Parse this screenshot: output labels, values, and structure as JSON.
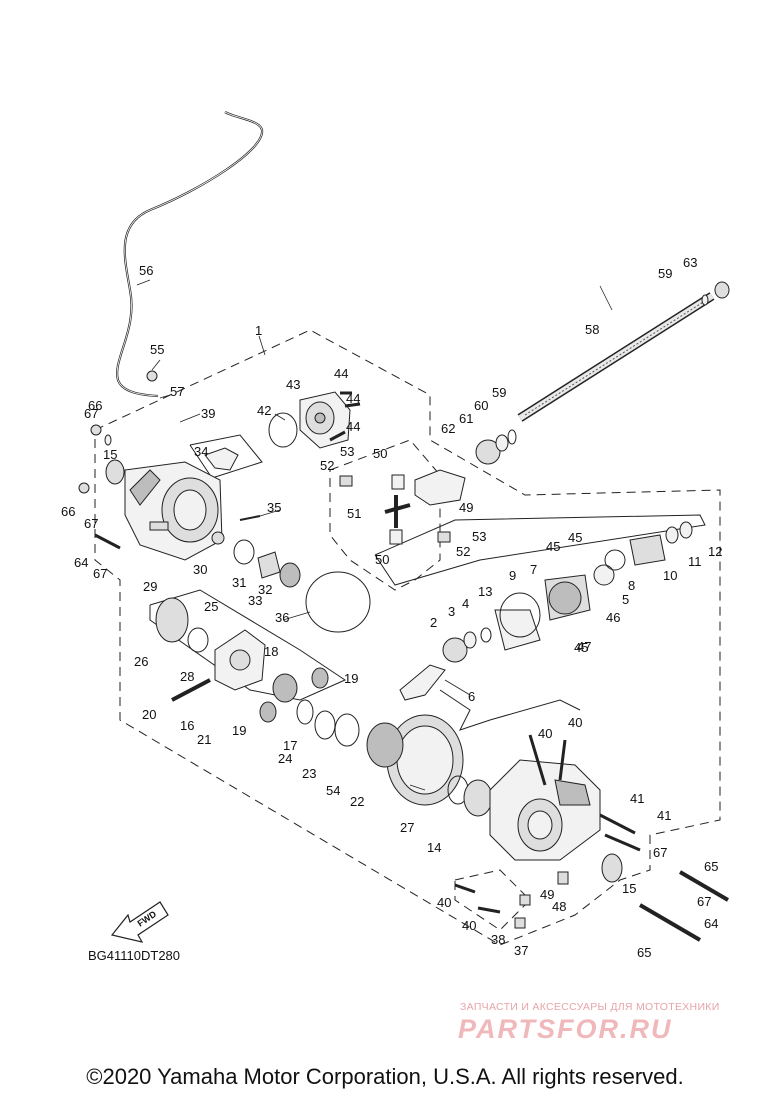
{
  "callouts": [
    "1",
    "2",
    "3",
    "4",
    "5",
    "6",
    "7",
    "8",
    "9",
    "10",
    "11",
    "12",
    "13",
    "14",
    "15",
    "15",
    "16",
    "17",
    "18",
    "19",
    "19",
    "20",
    "21",
    "22",
    "23",
    "24",
    "25",
    "26",
    "27",
    "28",
    "29",
    "30",
    "31",
    "32",
    "33",
    "34",
    "35",
    "36",
    "37",
    "38",
    "39",
    "40",
    "40",
    "40",
    "40",
    "41",
    "41",
    "42",
    "43",
    "44",
    "44",
    "44",
    "45",
    "45",
    "45",
    "46",
    "47",
    "48",
    "49",
    "49",
    "50",
    "50",
    "51",
    "52",
    "52",
    "53",
    "53",
    "54",
    "55",
    "56",
    "57",
    "58",
    "59",
    "59",
    "60",
    "61",
    "62",
    "63",
    "64",
    "64",
    "65",
    "65",
    "66",
    "66",
    "67",
    "67",
    "67",
    "67",
    "67"
  ],
  "fwd_label": "FWD",
  "catalog_code": "BG41110DT280",
  "watermark": {
    "tagline": "ЗАПЧАСТИ И АКСЕССУАРЫ ДЛЯ МОТОТЕХНИКИ",
    "brand": "PARTSFOR.RU"
  },
  "copyright": "©2020 Yamaha Motor Corporation, U.S.A. All rights reserved."
}
